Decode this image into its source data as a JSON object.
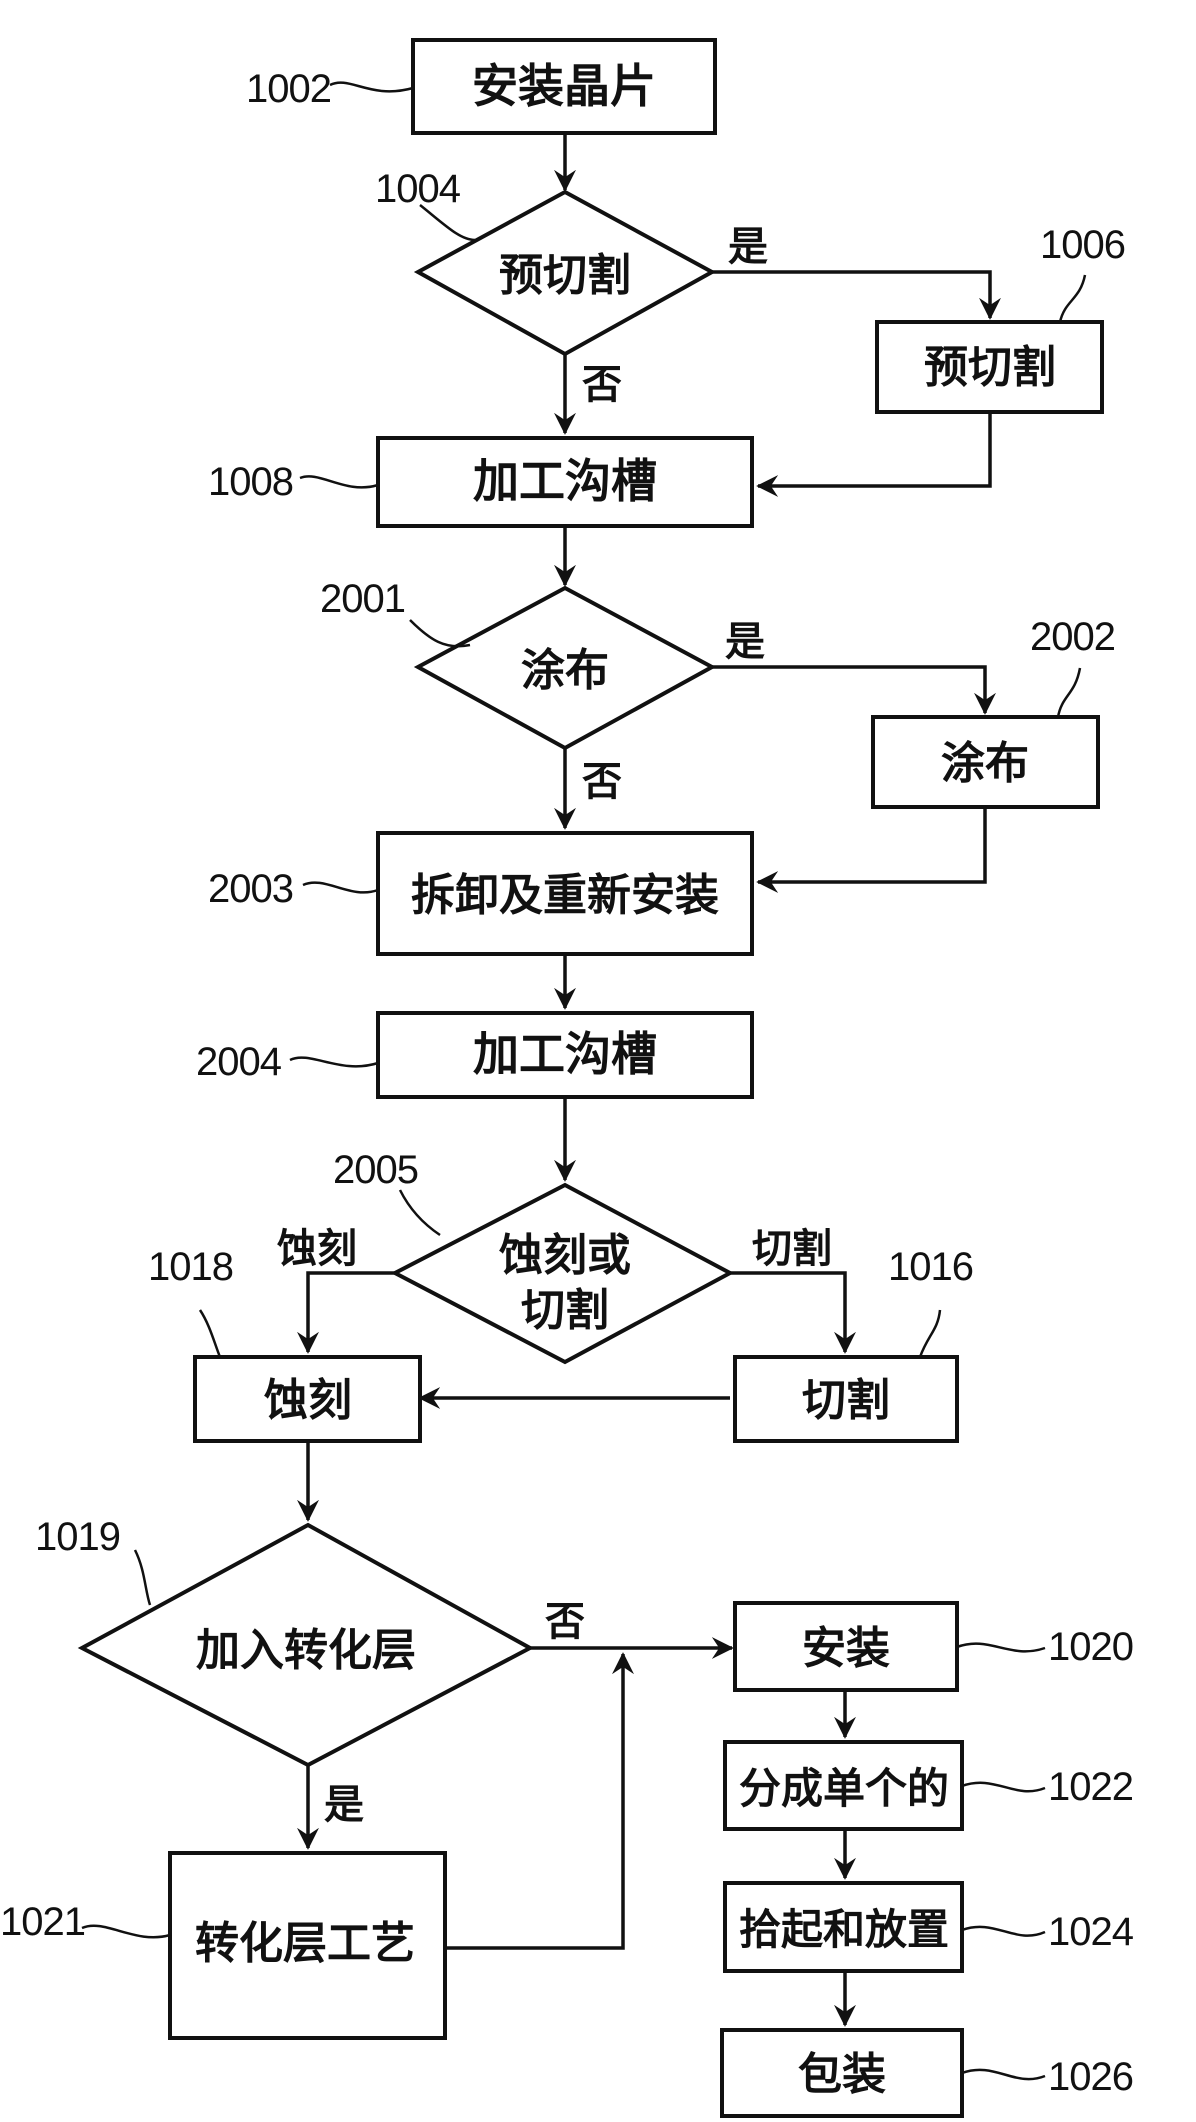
{
  "nodes": {
    "n1002": {
      "ref": "1002",
      "text": "安装晶片"
    },
    "n1004": {
      "ref": "1004",
      "text": "预切割"
    },
    "n1006": {
      "ref": "1006",
      "text": "预切割"
    },
    "n1008": {
      "ref": "1008",
      "text": "加工沟槽"
    },
    "n2001": {
      "ref": "2001",
      "text": "涂布"
    },
    "n2002": {
      "ref": "2002",
      "text": "涂布"
    },
    "n2003": {
      "ref": "2003",
      "text": "拆卸及重新安装"
    },
    "n2004": {
      "ref": "2004",
      "text": "加工沟槽"
    },
    "n2005": {
      "ref": "2005",
      "text_line1": "蚀刻或",
      "text_line2": "切割"
    },
    "n1016": {
      "ref": "1016",
      "text": "切割"
    },
    "n1018": {
      "ref": "1018",
      "text": "蚀刻"
    },
    "n1019": {
      "ref": "1019",
      "text": "加入转化层"
    },
    "n1020": {
      "ref": "1020",
      "text": "安装"
    },
    "n1021": {
      "ref": "1021",
      "text": "转化层工艺"
    },
    "n1022": {
      "ref": "1022",
      "text": "分成单个的"
    },
    "n1024": {
      "ref": "1024",
      "text": "拾起和放置"
    },
    "n1026": {
      "ref": "1026",
      "text": "包装"
    }
  },
  "edge_labels": {
    "yes": "是",
    "no": "否",
    "etch": "蚀刻",
    "cut": "切割"
  }
}
